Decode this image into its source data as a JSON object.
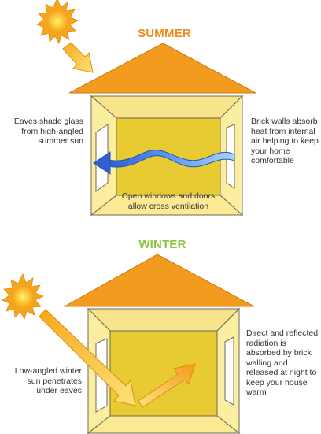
{
  "summer": {
    "title": "SUMMER",
    "left_note": "Eaves shade glass from high-angled summer sun",
    "right_note": "Brick walls absorb heat from internal air helping to keep your home comfortable",
    "bottom_note": "Open windows and doors allow cross ventilation"
  },
  "winter": {
    "title": "WINTER",
    "left_note": "Low-angled winter sun penetrates under eaves",
    "right_note": "Direct and reflected radiation is absorbed by brick walling and released at night to keep your house warm"
  },
  "colors": {
    "roof": "#f39b1e",
    "house_light": "#fbeb9a",
    "house_outline": "#6d6a5a",
    "floor_panel": "#e8cb33",
    "sun_ray": "#f3b520",
    "arrow": "#f8cf1e",
    "breeze": "#4a7fe0",
    "summer_title": "#f08a1c",
    "winter_title": "#8cc63e"
  },
  "icons": [
    "sun-icon",
    "sun-ray-arrow",
    "breeze-arrow",
    "radiation-arrow"
  ]
}
